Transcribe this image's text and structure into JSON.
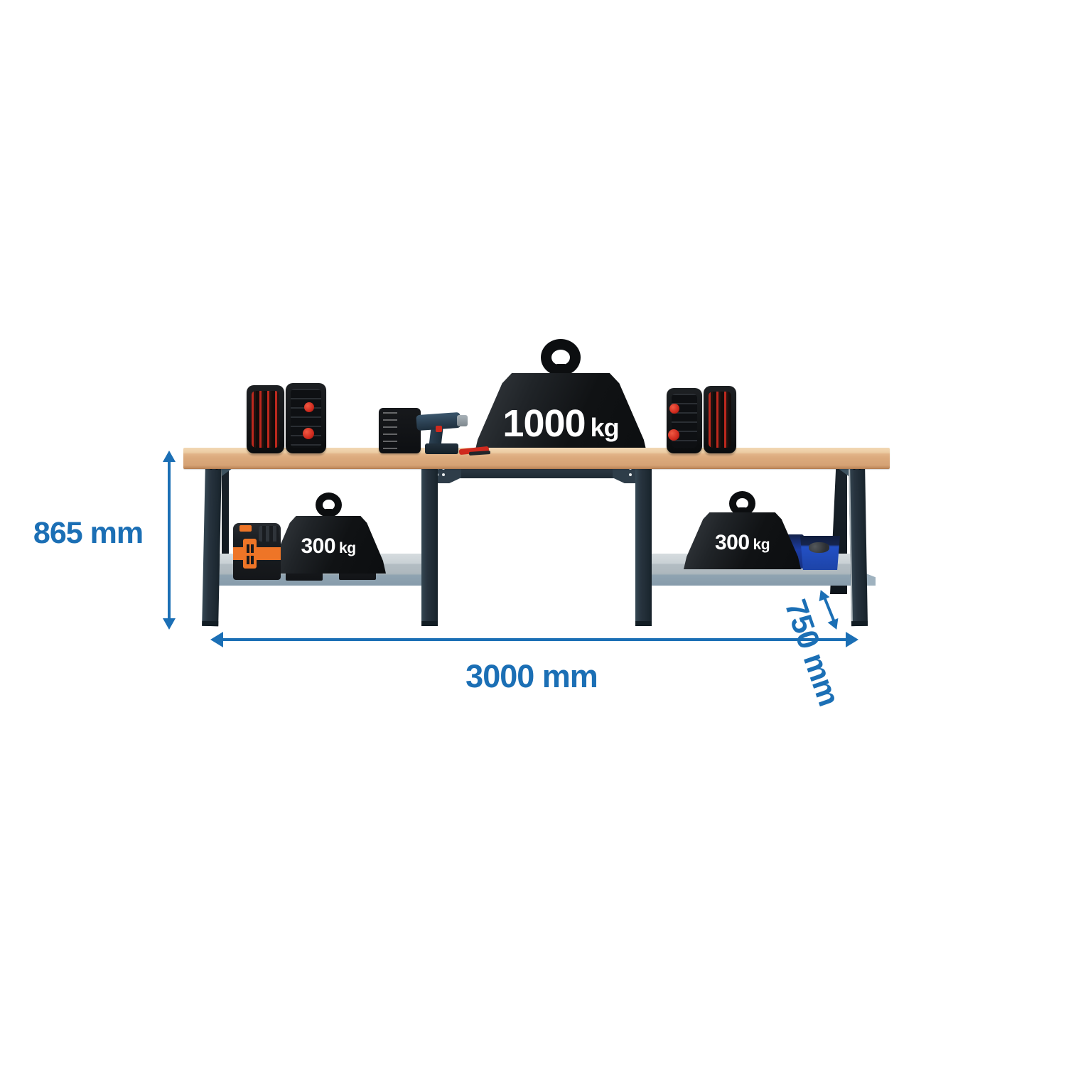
{
  "annotations": {
    "height": "865 mm",
    "length": "3000 mm",
    "depth": "750 mm"
  },
  "loads": {
    "worktop": {
      "value": "1000",
      "unit": "kg"
    },
    "shelf_left": {
      "value": "300",
      "unit": "kg"
    },
    "shelf_right": {
      "value": "300",
      "unit": "kg"
    }
  },
  "colors": {
    "annotation_blue": "#1b6fb5",
    "worktop_wood": "#dcab7e",
    "frame_dark": "#27333e",
    "shelf_grey": "#c9d1d5",
    "weight_black": "#0c0e10",
    "toolbox_orange": "#ee7527",
    "bin_blue": "#2350c4",
    "tool_red": "#cf2a1e"
  }
}
